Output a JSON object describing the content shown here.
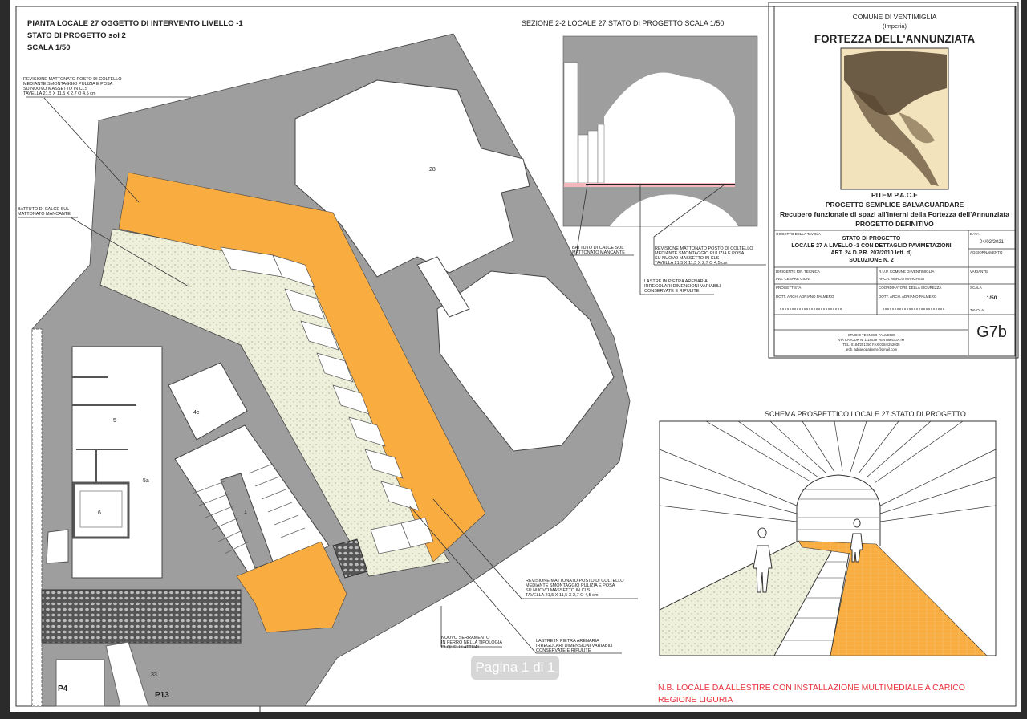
{
  "viewer": {
    "page_indicator": "Pagina 1 di 1"
  },
  "plan": {
    "title_lines": [
      "PIANTA LOCALE 27 OGGETTO DI INTERVENTO LIVELLO -1",
      "STATO DI PROGETTO sol 2",
      "SCALA 1/50"
    ],
    "note_revisione": [
      "REVISIONE MATTONATO POSTO DI COLTELLO",
      "MEDIANTE SMONTAGGIO PULIZIA E POSA",
      "SU NUOVO  MASSETTO IN CLS",
      "TAVELLA  21,5 X 11,5 X 2,7 O 4,5 cm"
    ],
    "note_battuto": [
      "BATTUTO DI CALCE SUL",
      "MATTONATO MANCANTE"
    ],
    "note_serramento": [
      "NUOVO SERRAMENTO",
      "IN FERRO NELLA TIPOLOGIA",
      "DI QUELLI ATTUALI"
    ],
    "note_lastre": [
      "LASTRE IN PIETRA ARENARIA",
      "IRREGOLARI DIMENSIONI VARIABILI",
      "CONSERVATE E RIPULITE"
    ],
    "rooms": {
      "r28": "28",
      "r4c": "4c",
      "r5": "5",
      "r5a": "5a",
      "r6": "6",
      "r1": "1",
      "r33": "33",
      "p4": "P4",
      "p13": "P13"
    }
  },
  "section": {
    "title": "SEZIONE 2-2  LOCALE 27  STATO DI PROGETTO SCALA 1/50",
    "note_battuto": [
      "BATTUTO DI CALCE SUL",
      "MATTONATO MANCANTE"
    ],
    "note_revisione": [
      "REVISIONE MATTONATO POSTO DI COLTELLO",
      "MEDIANTE SMONTAGGIO PULIZIA E POSA",
      "SU NUOVO  MASSETTO IN CLS",
      "TAVELLA  21,5 X 11,5 X 2,7 O 4,5 cm"
    ],
    "note_lastre": [
      "LASTRE IN PIETRA ARENARIA",
      "IRREGOLARI DIMENSIONI VARIABILI",
      "CONSERVATE E RIPULITE"
    ]
  },
  "perspective": {
    "title": "SCHEMA PROSPETTICO LOCALE 27  STATO DI PROGETTO",
    "note": [
      "N.B. LOCALE DA ALLESTIRE CON INSTALLAZIONE MULTIMEDIALE A CARICO",
      "REGIONE LIGURIA"
    ]
  },
  "title_block": {
    "comune": "COMUNE DI VENTIMIGLIA",
    "provincia": "(Imperia)",
    "fortezza": "FORTEZZA DELL'ANNUNZIATA",
    "programma": "PITEM P.A.C.E",
    "progetto": "PROGETTO SEMPLICE SALVAGUARDARE",
    "recupero": "Recupero funzionale di spazi all'interni della Fortezza dell'Annunziata",
    "fase": "PROGETTO DEFINITIVO",
    "oggetto_label": "OGGETTO DELLA TAVOLA",
    "oggetto": [
      "STATO DI PROGETTO",
      "LOCALE 27 A LIVELLO -1 CON DETTAGLIO PAVIMETAZIONI",
      "ART. 24 D.P.R. 207/2010 lett. d)",
      "SOLUZIONE N. 2"
    ],
    "data_label": "DATA",
    "data": "04/02/2021",
    "aggiornamento_label": "AGGIORNAMENTO",
    "dirigente_label": "DIRIGENTE RIP. TECNICA",
    "dirigente": "ING. CESARE CIONI",
    "rup_label": "R.U.P. COMUNE DI VENTIMIGLIA",
    "rup": "ARCH. MARCO MARCHESI",
    "varianti_label": "VARIANTE",
    "progettista_label": "PROGETTISTA",
    "progettista": "DOTT. ARCH. ADRIANO PALMERO",
    "coordinatore_label": "COORDINATORE DELLA SICUREZZA",
    "coordinatore": "DOTT. ARCH. ADRIANO PALMERO",
    "scala_label": "SCALA",
    "scala": "1/50",
    "tavola_label": "TAVOLA",
    "tavola": "G7b",
    "studio": [
      "STUDIO TECNICO PALMERO",
      "VIA CAVOUR N. 1 18039 VENTIMIGLIA IM",
      "TEL. 0184/251750 FAX 0184/252035",
      "arch. adrianopalmero@gmail.com"
    ]
  },
  "colors": {
    "orange": "#F9AC40",
    "wall_gray": "#9E9E9E",
    "pale_green": "#EEF0DC",
    "note_red": "#E8333A"
  }
}
